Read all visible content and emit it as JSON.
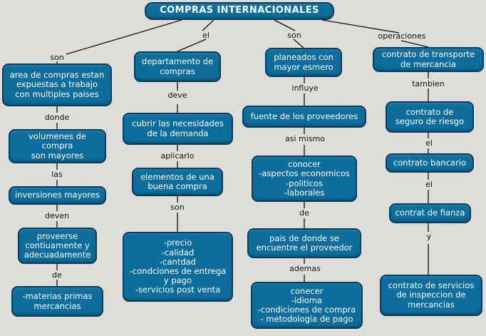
{
  "meta": {
    "title": "COMPRAS INTERNACIONALES",
    "bg_color": "#deddda",
    "node_fill": "#0d6e9e",
    "node_border": "#0a3d5c",
    "node_text": "#ffffff",
    "link_color": "#111111"
  },
  "nodes": {
    "root": "COMPRAS INTERNACIONALES",
    "c1n1": "area de compras estan\nexpuestas a trabajo\ncon multiples paises",
    "c1n2": "volumenes de compra\nson mayores",
    "c1n3": "inversiones mayores",
    "c1n4": "proveerse\ncontiuamente y\nadecuadamente",
    "c1n5": "-materias primas\nmercancias",
    "c2n1": "departamento de\ncompras",
    "c2n2": "cubrir las necesidades\nde la demanda",
    "c2n3": "elementos de una\nbuena compra",
    "c2n4": "-precio\n-calidad\n-cantdad\n-condciones de entrega\ny pago\n-servicios post venta",
    "c3n1": "planeados con\nmayor esmero",
    "c3n2": "fuente de los proveedores",
    "c3n3": "conocer\n-aspectos economicos\n-politicos\n-laborales",
    "c3n4": "pais de donde se\nencuentre el proveedor",
    "c3n5": "conecer\n-idioma\n-condiciones de compra\n- metodologia de pago",
    "c4n1": "contrato de transporte\nde mercancia",
    "c4n2": "contrato de\nseguro de riesgo",
    "c4n3": "contrato bancario",
    "c4n4": "contrat de fianza",
    "c4n5": "contrato de servicios\nde inspeccion de\nmercancias"
  },
  "link_labels": {
    "root_c1": "son",
    "root_c2": "el",
    "root_c3": "son",
    "root_c4": "operaciones",
    "c1_1_2": "donde",
    "c1_2_3": "las",
    "c1_3_4": "deven",
    "c1_4_5": "de",
    "c2_1_2": "deve",
    "c2_2_3": "aplicarlo",
    "c2_3_4": "son",
    "c3_1_2": "influye",
    "c3_2_3": "asi mismo",
    "c3_3_4": "de",
    "c3_4_5": "ademas",
    "c4_1_2": "tambien",
    "c4_2_3": "el",
    "c4_3_4": "el",
    "c4_4_5": "y"
  }
}
